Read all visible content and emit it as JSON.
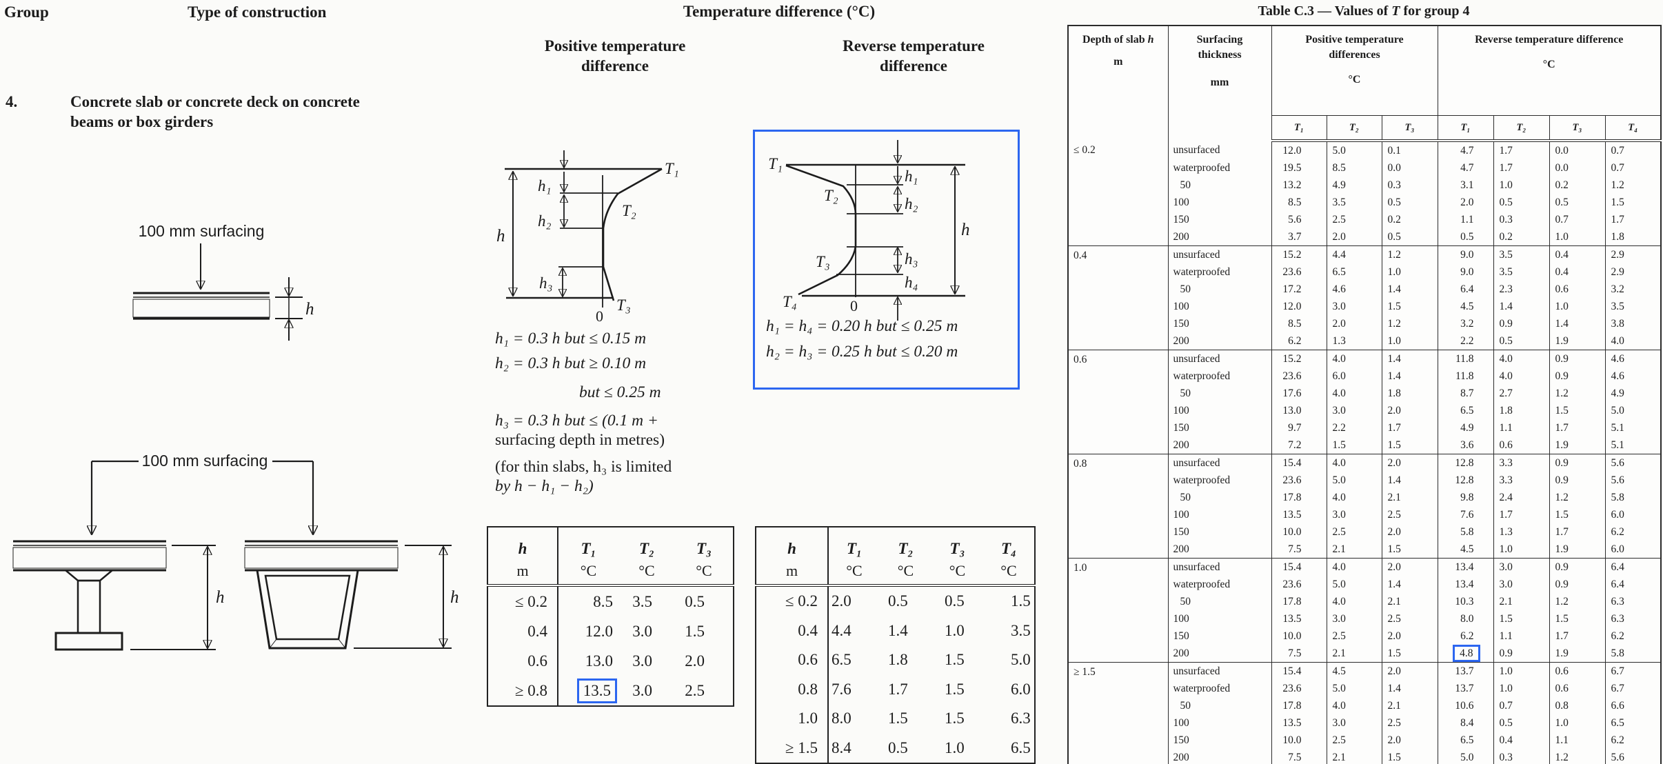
{
  "left": {
    "group_header": "Group",
    "type_header": "Type of construction",
    "group_number": "4.",
    "construction_line1": "Concrete slab or concrete deck on concrete",
    "construction_line2": "beams or box girders",
    "slab_diagram": {
      "surfacing_label": "100 mm surfacing",
      "depth_label": "h"
    },
    "beam_diagram": {
      "surfacing_label": "100 mm surfacing",
      "depth_label_left": "h",
      "depth_label_right": "h"
    }
  },
  "middle": {
    "header": "Temperature difference (°C)",
    "positive": {
      "title_line1": "Positive temperature",
      "title_line2": "difference",
      "diagram": {
        "T1": "T₁",
        "T2": "T₂",
        "T3": "T₃",
        "h": "h",
        "h1": "h₁",
        "h2": "h₂",
        "h3": "h₃",
        "zero": "0"
      },
      "formulas": [
        "h₁ = 0.3 h but ≤ 0.15 m",
        "h₂ = 0.3 h but ≥ 0.10 m",
        "but ≤ 0.25 m",
        "h₃ = 0.3 h but ≤ (0.1 m +",
        "surfacing depth in metres)",
        "(for thin slabs, h₃ is limited",
        "by h − h₁ − h₂)"
      ],
      "table": {
        "col_headers": [
          "h",
          "T₁",
          "T₂",
          "T₃"
        ],
        "unit_row": [
          "m",
          "°C",
          "°C",
          "°C"
        ],
        "rows": [
          [
            "≤ 0.2",
            "8.5",
            "3.5",
            "0.5"
          ],
          [
            "0.4",
            "12.0",
            "3.0",
            "1.5"
          ],
          [
            "0.6",
            "13.0",
            "3.0",
            "2.0"
          ],
          [
            "≥ 0.8",
            "13.5",
            "3.0",
            "2.5"
          ]
        ],
        "highlight": {
          "row": 3,
          "col": 1
        }
      }
    },
    "reverse": {
      "title_line1": "Reverse temperature",
      "title_line2": "difference",
      "diagram": {
        "T1": "T₁",
        "T2": "T₂",
        "T3": "T₃",
        "T4": "T₄",
        "h": "h",
        "h1": "h₁",
        "h2": "h₂",
        "h3": "h₃",
        "h4": "h₄",
        "zero": "0"
      },
      "formulas": [
        "h₁ = h₄ = 0.20 h but ≤ 0.25 m",
        "h₂ = h₃ = 0.25 h but ≤ 0.20 m"
      ],
      "table": {
        "col_headers": [
          "h",
          "T₁",
          "T₂",
          "T₃",
          "T₄"
        ],
        "unit_row": [
          "m",
          "°C",
          "°C",
          "°C",
          "°C"
        ],
        "rows": [
          [
            "≤ 0.2",
            "2.0",
            "0.5",
            "0.5",
            "1.5"
          ],
          [
            "0.4",
            "4.4",
            "1.4",
            "1.0",
            "3.5"
          ],
          [
            "0.6",
            "6.5",
            "1.8",
            "1.5",
            "5.0"
          ],
          [
            "0.8",
            "7.6",
            "1.7",
            "1.5",
            "6.0"
          ],
          [
            "1.0",
            "8.0",
            "1.5",
            "1.5",
            "6.3"
          ],
          [
            "≥ 1.5",
            "8.4",
            "0.5",
            "1.0",
            "6.5"
          ]
        ]
      }
    }
  },
  "table_c3": {
    "title_prefix": "Table C.3 — Values of ",
    "title_T": "T",
    "title_suffix": " for group 4",
    "headers": {
      "depth_prefix": "Depth of slab ",
      "depth_h": "h",
      "depth_unit": "m",
      "surfacing_line1": "Surfacing",
      "surfacing_line2": "thickness",
      "surfacing_unit": "mm",
      "positive_line1": "Positive temperature",
      "positive_line2": "differences",
      "positive_unit": "°C",
      "reverse_line1": "Reverse temperature difference",
      "reverse_unit": "°C",
      "positive_subcols": [
        "T₁",
        "T₂",
        "T₃"
      ],
      "reverse_subcols": [
        "T₁",
        "T₂",
        "T₃",
        "T₄"
      ]
    },
    "blocks": [
      {
        "depth": "≤ 0.2",
        "rows": [
          {
            "surfacing": "unsurfaced",
            "pos": [
              "12.0",
              "5.0",
              "0.1"
            ],
            "rev": [
              "4.7",
              "1.7",
              "0.0",
              "0.7"
            ]
          },
          {
            "surfacing": "waterproofed",
            "pos": [
              "19.5",
              "8.5",
              "0.0"
            ],
            "rev": [
              "4.7",
              "1.7",
              "0.0",
              "0.7"
            ]
          },
          {
            "surfacing": "50",
            "pos": [
              "13.2",
              "4.9",
              "0.3"
            ],
            "rev": [
              "3.1",
              "1.0",
              "0.2",
              "1.2"
            ]
          },
          {
            "surfacing": "100",
            "pos": [
              "8.5",
              "3.5",
              "0.5"
            ],
            "rev": [
              "2.0",
              "0.5",
              "0.5",
              "1.5"
            ]
          },
          {
            "surfacing": "150",
            "pos": [
              "5.6",
              "2.5",
              "0.2"
            ],
            "rev": [
              "1.1",
              "0.3",
              "0.7",
              "1.7"
            ]
          },
          {
            "surfacing": "200",
            "pos": [
              "3.7",
              "2.0",
              "0.5"
            ],
            "rev": [
              "0.5",
              "0.2",
              "1.0",
              "1.8"
            ]
          }
        ]
      },
      {
        "depth": "0.4",
        "rows": [
          {
            "surfacing": "unsurfaced",
            "pos": [
              "15.2",
              "4.4",
              "1.2"
            ],
            "rev": [
              "9.0",
              "3.5",
              "0.4",
              "2.9"
            ]
          },
          {
            "surfacing": "waterproofed",
            "pos": [
              "23.6",
              "6.5",
              "1.0"
            ],
            "rev": [
              "9.0",
              "3.5",
              "0.4",
              "2.9"
            ]
          },
          {
            "surfacing": "50",
            "pos": [
              "17.2",
              "4.6",
              "1.4"
            ],
            "rev": [
              "6.4",
              "2.3",
              "0.6",
              "3.2"
            ]
          },
          {
            "surfacing": "100",
            "pos": [
              "12.0",
              "3.0",
              "1.5"
            ],
            "rev": [
              "4.5",
              "1.4",
              "1.0",
              "3.5"
            ]
          },
          {
            "surfacing": "150",
            "pos": [
              "8.5",
              "2.0",
              "1.2"
            ],
            "rev": [
              "3.2",
              "0.9",
              "1.4",
              "3.8"
            ]
          },
          {
            "surfacing": "200",
            "pos": [
              "6.2",
              "1.3",
              "1.0"
            ],
            "rev": [
              "2.2",
              "0.5",
              "1.9",
              "4.0"
            ]
          }
        ]
      },
      {
        "depth": "0.6",
        "rows": [
          {
            "surfacing": "unsurfaced",
            "pos": [
              "15.2",
              "4.0",
              "1.4"
            ],
            "rev": [
              "11.8",
              "4.0",
              "0.9",
              "4.6"
            ]
          },
          {
            "surfacing": "waterproofed",
            "pos": [
              "23.6",
              "6.0",
              "1.4"
            ],
            "rev": [
              "11.8",
              "4.0",
              "0.9",
              "4.6"
            ]
          },
          {
            "surfacing": "50",
            "pos": [
              "17.6",
              "4.0",
              "1.8"
            ],
            "rev": [
              "8.7",
              "2.7",
              "1.2",
              "4.9"
            ]
          },
          {
            "surfacing": "100",
            "pos": [
              "13.0",
              "3.0",
              "2.0"
            ],
            "rev": [
              "6.5",
              "1.8",
              "1.5",
              "5.0"
            ]
          },
          {
            "surfacing": "150",
            "pos": [
              "9.7",
              "2.2",
              "1.7"
            ],
            "rev": [
              "4.9",
              "1.1",
              "1.7",
              "5.1"
            ]
          },
          {
            "surfacing": "200",
            "pos": [
              "7.2",
              "1.5",
              "1.5"
            ],
            "rev": [
              "3.6",
              "0.6",
              "1.9",
              "5.1"
            ]
          }
        ]
      },
      {
        "depth": "0.8",
        "rows": [
          {
            "surfacing": "unsurfaced",
            "pos": [
              "15.4",
              "4.0",
              "2.0"
            ],
            "rev": [
              "12.8",
              "3.3",
              "0.9",
              "5.6"
            ]
          },
          {
            "surfacing": "waterproofed",
            "pos": [
              "23.6",
              "5.0",
              "1.4"
            ],
            "rev": [
              "12.8",
              "3.3",
              "0.9",
              "5.6"
            ]
          },
          {
            "surfacing": "50",
            "pos": [
              "17.8",
              "4.0",
              "2.1"
            ],
            "rev": [
              "9.8",
              "2.4",
              "1.2",
              "5.8"
            ]
          },
          {
            "surfacing": "100",
            "pos": [
              "13.5",
              "3.0",
              "2.5"
            ],
            "rev": [
              "7.6",
              "1.7",
              "1.5",
              "6.0"
            ]
          },
          {
            "surfacing": "150",
            "pos": [
              "10.0",
              "2.5",
              "2.0"
            ],
            "rev": [
              "5.8",
              "1.3",
              "1.7",
              "6.2"
            ]
          },
          {
            "surfacing": "200",
            "pos": [
              "7.5",
              "2.1",
              "1.5"
            ],
            "rev": [
              "4.5",
              "1.0",
              "1.9",
              "6.0"
            ]
          }
        ]
      },
      {
        "depth": "1.0",
        "rows": [
          {
            "surfacing": "unsurfaced",
            "pos": [
              "15.4",
              "4.0",
              "2.0"
            ],
            "rev": [
              "13.4",
              "3.0",
              "0.9",
              "6.4"
            ]
          },
          {
            "surfacing": "waterproofed",
            "pos": [
              "23.6",
              "5.0",
              "1.4"
            ],
            "rev": [
              "13.4",
              "3.0",
              "0.9",
              "6.4"
            ]
          },
          {
            "surfacing": "50",
            "pos": [
              "17.8",
              "4.0",
              "2.1"
            ],
            "rev": [
              "10.3",
              "2.1",
              "1.2",
              "6.3"
            ]
          },
          {
            "surfacing": "100",
            "pos": [
              "13.5",
              "3.0",
              "2.5"
            ],
            "rev": [
              "8.0",
              "1.5",
              "1.5",
              "6.3"
            ]
          },
          {
            "surfacing": "150",
            "pos": [
              "10.0",
              "2.5",
              "2.0"
            ],
            "rev": [
              "6.2",
              "1.1",
              "1.7",
              "6.2"
            ]
          },
          {
            "surfacing": "200",
            "pos": [
              "7.5",
              "2.1",
              "1.5"
            ],
            "rev": [
              "4.8",
              "0.9",
              "1.9",
              "5.8"
            ]
          }
        ]
      },
      {
        "depth": "≥ 1.5",
        "rows": [
          {
            "surfacing": "unsurfaced",
            "pos": [
              "15.4",
              "4.5",
              "2.0"
            ],
            "rev": [
              "13.7",
              "1.0",
              "0.6",
              "6.7"
            ]
          },
          {
            "surfacing": "waterproofed",
            "pos": [
              "23.6",
              "5.0",
              "1.4"
            ],
            "rev": [
              "13.7",
              "1.0",
              "0.6",
              "6.7"
            ]
          },
          {
            "surfacing": "50",
            "pos": [
              "17.8",
              "4.0",
              "2.1"
            ],
            "rev": [
              "10.6",
              "0.7",
              "0.8",
              "6.6"
            ]
          },
          {
            "surfacing": "100",
            "pos": [
              "13.5",
              "3.0",
              "2.5"
            ],
            "rev": [
              "8.4",
              "0.5",
              "1.0",
              "6.5"
            ]
          },
          {
            "surfacing": "150",
            "pos": [
              "10.0",
              "2.5",
              "2.0"
            ],
            "rev": [
              "6.5",
              "0.4",
              "1.1",
              "6.2"
            ]
          },
          {
            "surfacing": "200",
            "pos": [
              "7.5",
              "2.1",
              "1.5"
            ],
            "rev": [
              "5.0",
              "0.3",
              "1.2",
              "5.6"
            ]
          }
        ]
      }
    ],
    "highlight": {
      "block": 4,
      "row": 5,
      "group": "rev",
      "col": 0
    }
  },
  "colors": {
    "highlight_blue": "#2c66f0",
    "ink": "#1c1c1c",
    "paper": "#fbfbf9"
  }
}
